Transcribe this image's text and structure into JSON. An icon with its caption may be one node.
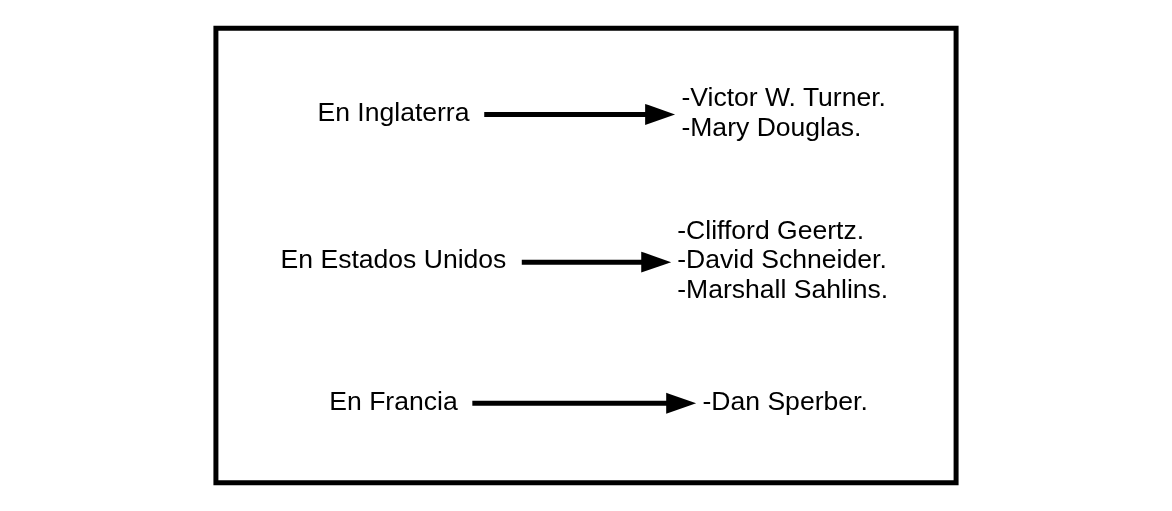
{
  "diagram": {
    "nodes": [
      {
        "text": [],
        "shape": "box"
      },
      {
        "text": [
          "En Inglaterra"
        ],
        "in": 0
      },
      {
        "text": [
          "-Victor W. Turner.",
          "-Mary Douglas."
        ],
        "in": 0
      },
      {
        "text": [
          "En Estados Unidos"
        ],
        "in": 0
      },
      {
        "text": [
          "-Clifford Geertz.",
          "-David Schneider.",
          "-Marshall Sahlins."
        ],
        "in": 0
      },
      {
        "text": [
          "En Francia"
        ],
        "in": 0
      },
      {
        "text": [
          "-Dan Sperber."
        ],
        "in": 0
      }
    ],
    "edges": [
      {
        "from": 1,
        "to": 2,
        "arrow": "to"
      },
      {
        "from": 3,
        "to": 4,
        "arrow": "to"
      },
      {
        "from": 5,
        "to": 6,
        "arrow": "to"
      }
    ]
  }
}
